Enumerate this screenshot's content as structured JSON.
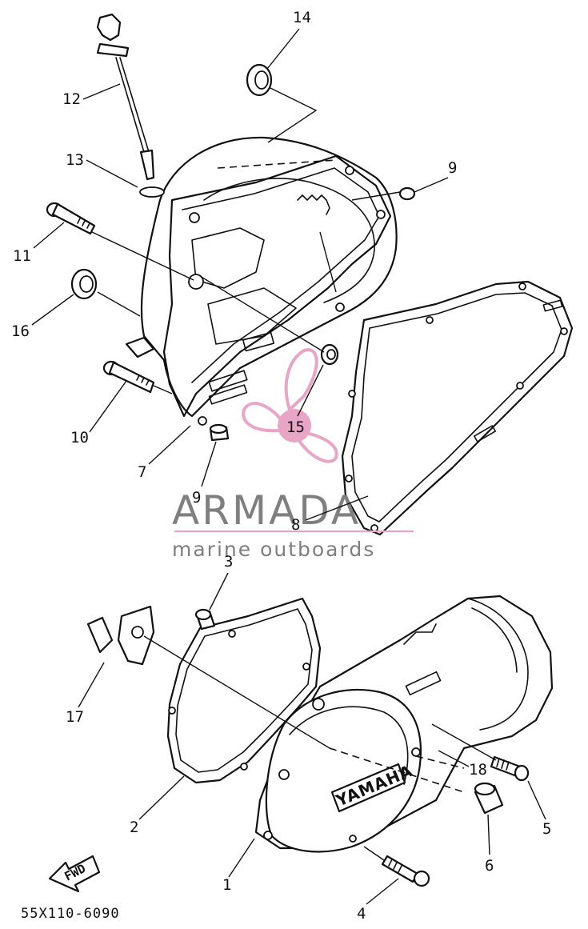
{
  "callouts": [
    "1",
    "2",
    "3",
    "4",
    "5",
    "6",
    "7",
    "8",
    "9",
    "9",
    "10",
    "11",
    "12",
    "13",
    "14",
    "15",
    "16",
    "17",
    "18"
  ],
  "watermark": {
    "name": "ARMADA",
    "subtitle": "marine outboards",
    "accent_color": "#e8a5c6",
    "text_color": "#7f7f7f"
  },
  "fwd_label": "FWD",
  "cover_brand": "YAMAHA",
  "diagram_code": "55X110-6090"
}
